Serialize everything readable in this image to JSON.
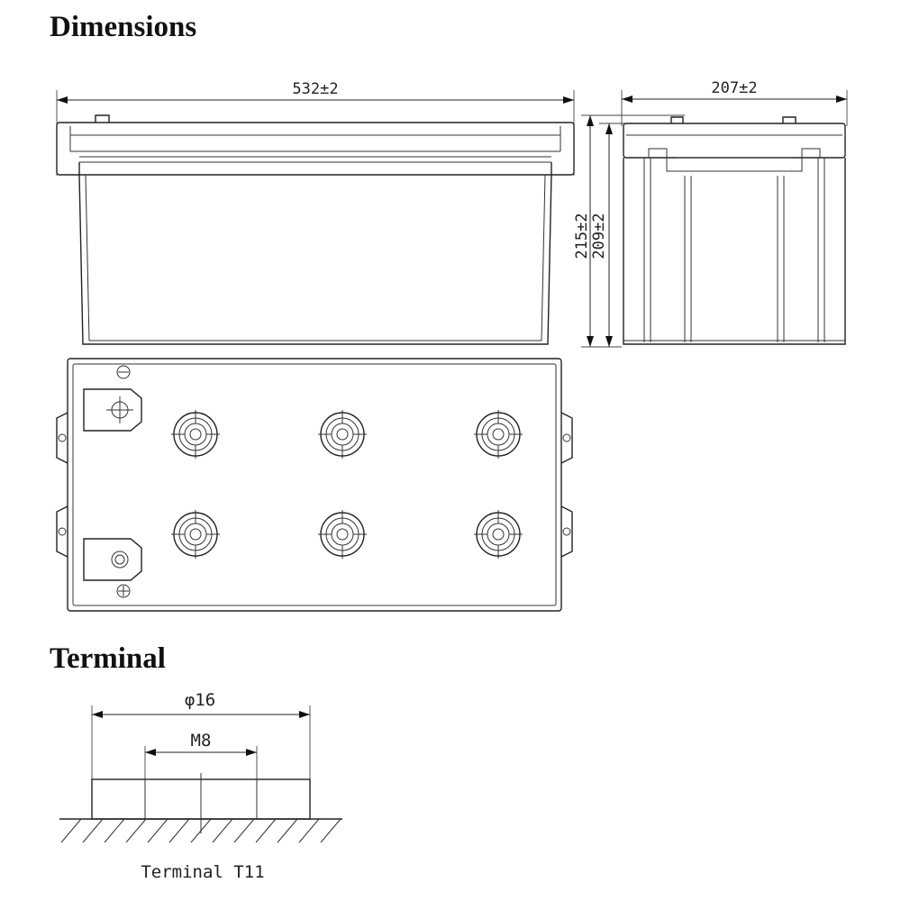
{
  "headings": {
    "dimensions": "Dimensions",
    "terminal": "Terminal"
  },
  "dimension_labels": {
    "length": "532±2",
    "width": "207±2",
    "total_height": "215±2",
    "container_height": "209±2"
  },
  "terminal_labels": {
    "outer_diameter": "φ16",
    "thread": "M8",
    "caption": "Terminal T11"
  }
}
